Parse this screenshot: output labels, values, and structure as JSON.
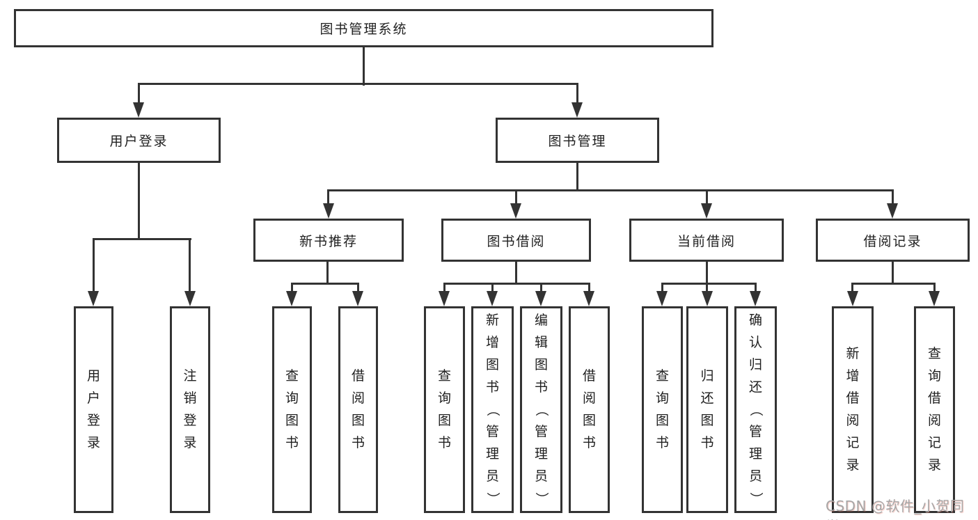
{
  "tree": {
    "label": "图书管理系统",
    "children": [
      {
        "label": "用户登录",
        "children": [
          {
            "label": "用户登录"
          },
          {
            "label": "注销登录"
          }
        ]
      },
      {
        "label": "图书管理",
        "children": [
          {
            "label": "新书推荐",
            "children": [
              {
                "label": "查询图书"
              },
              {
                "label": "借阅图书"
              }
            ]
          },
          {
            "label": "图书借阅",
            "children": [
              {
                "label": "查询图书"
              },
              {
                "label": "新增图书（管理员）"
              },
              {
                "label": "编辑图书（管理员）"
              },
              {
                "label": "借阅图书"
              }
            ]
          },
          {
            "label": "当前借阅",
            "children": [
              {
                "label": "查询图书"
              },
              {
                "label": "归还图书"
              },
              {
                "label": "确认归还（管理员）"
              }
            ]
          },
          {
            "label": "借阅记录",
            "children": [
              {
                "label": "新增借阅记录"
              },
              {
                "label": "查询借阅记录"
              }
            ]
          }
        ]
      }
    ]
  },
  "watermark": {
    "text": "CSDN @软件_小贺同学"
  },
  "colors": {
    "line": "#333333",
    "text": "#1f1f1f",
    "watermark": "#a6a6a6",
    "background": "#ffffff"
  }
}
